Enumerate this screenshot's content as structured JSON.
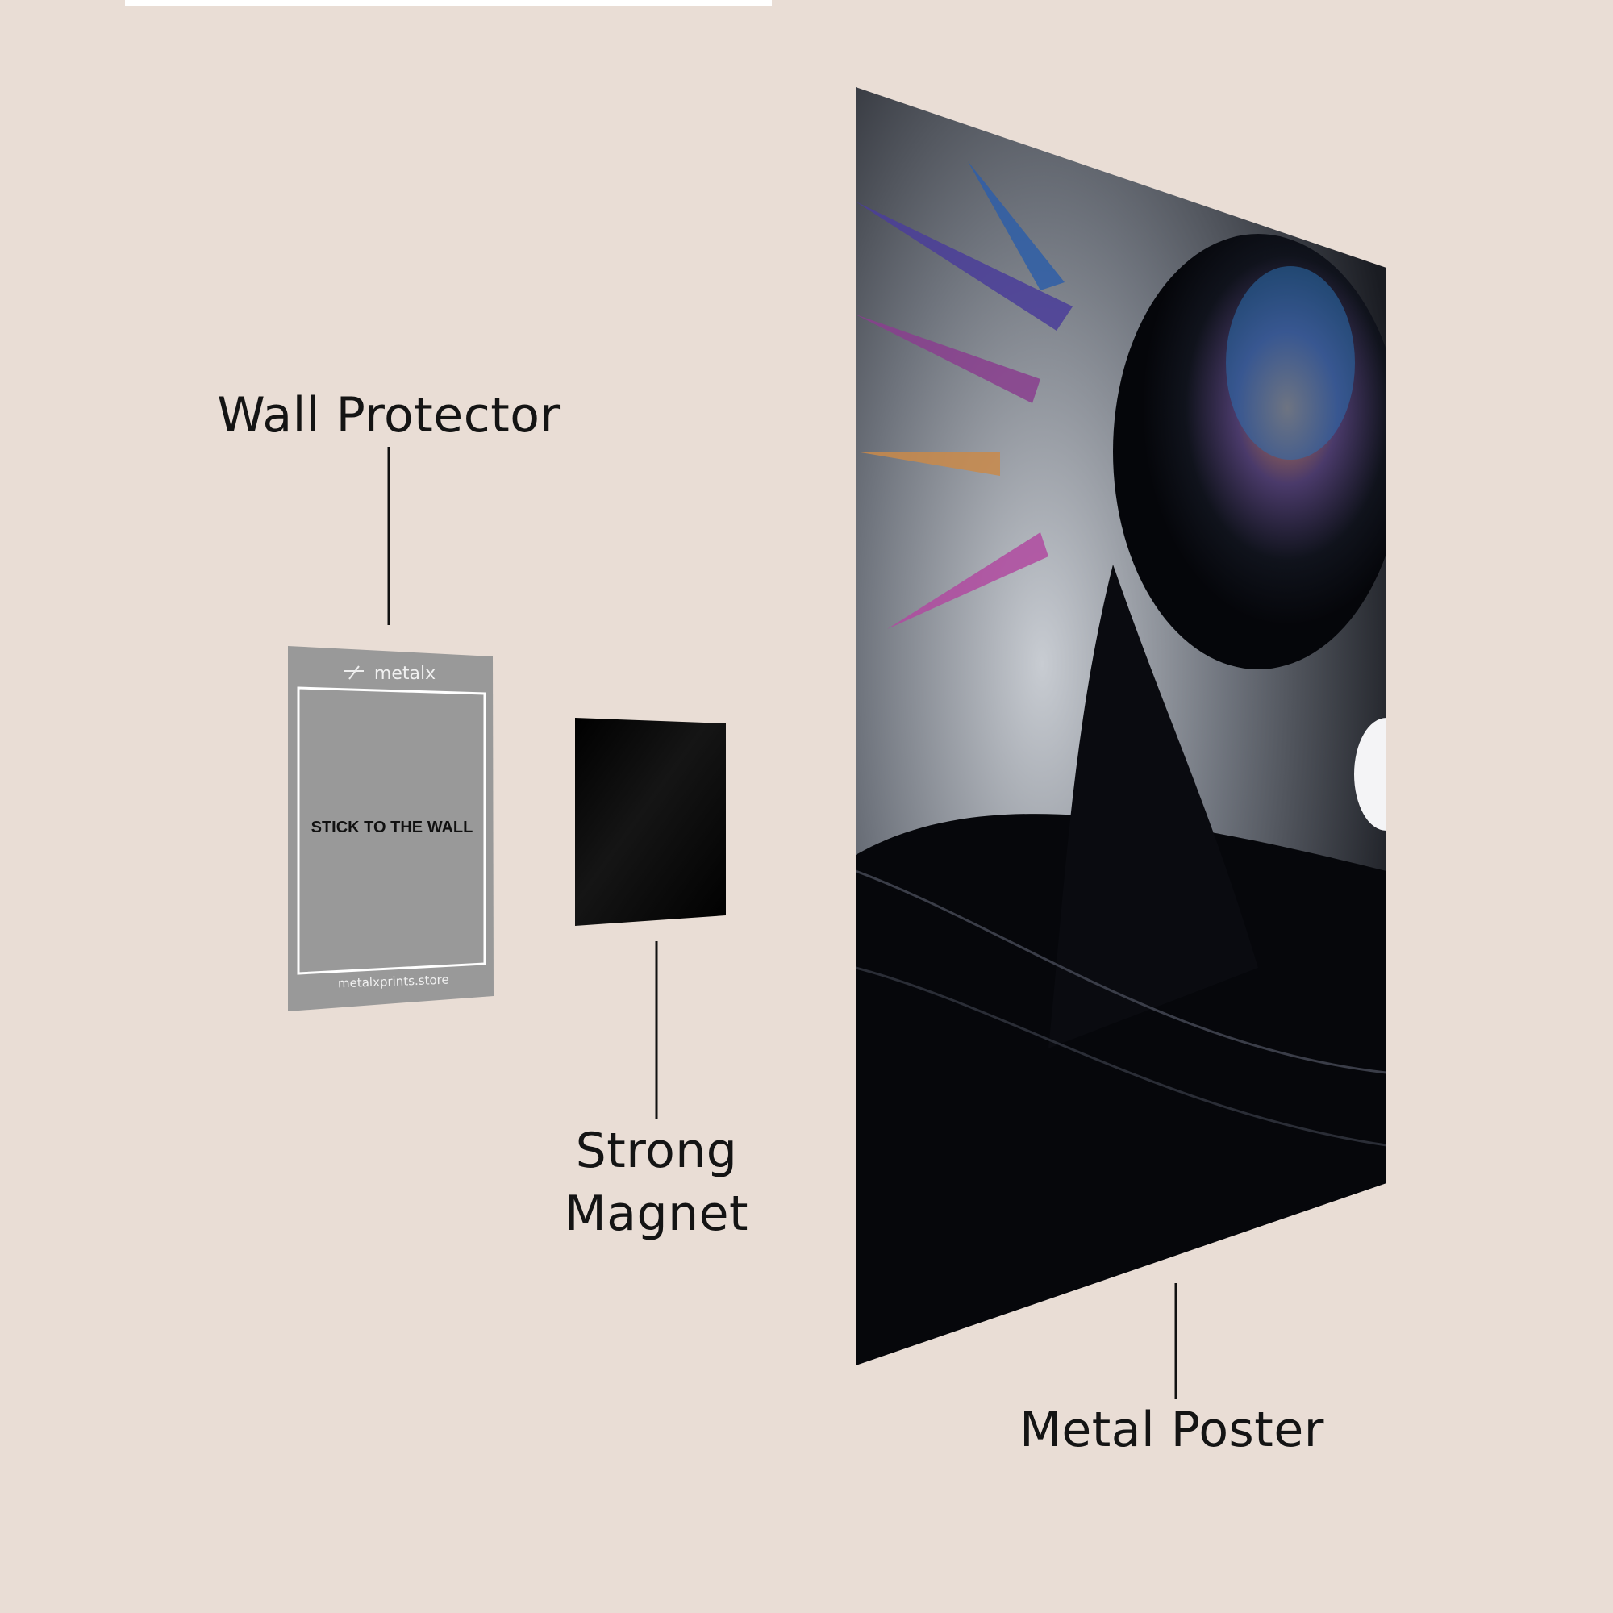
{
  "colors": {
    "background": "#e9ddd5",
    "protector": "#999999",
    "magnet": "#050505",
    "label_text": "#141414"
  },
  "labels": {
    "wall_protector": "Wall Protector",
    "strong_magnet_line1": "Strong",
    "strong_magnet_line2": "Magnet",
    "metal_poster": "Metal Poster"
  },
  "protector": {
    "brand": "metalx",
    "instruction": "STICK TO THE WALL",
    "website": "metalxprints.store"
  }
}
